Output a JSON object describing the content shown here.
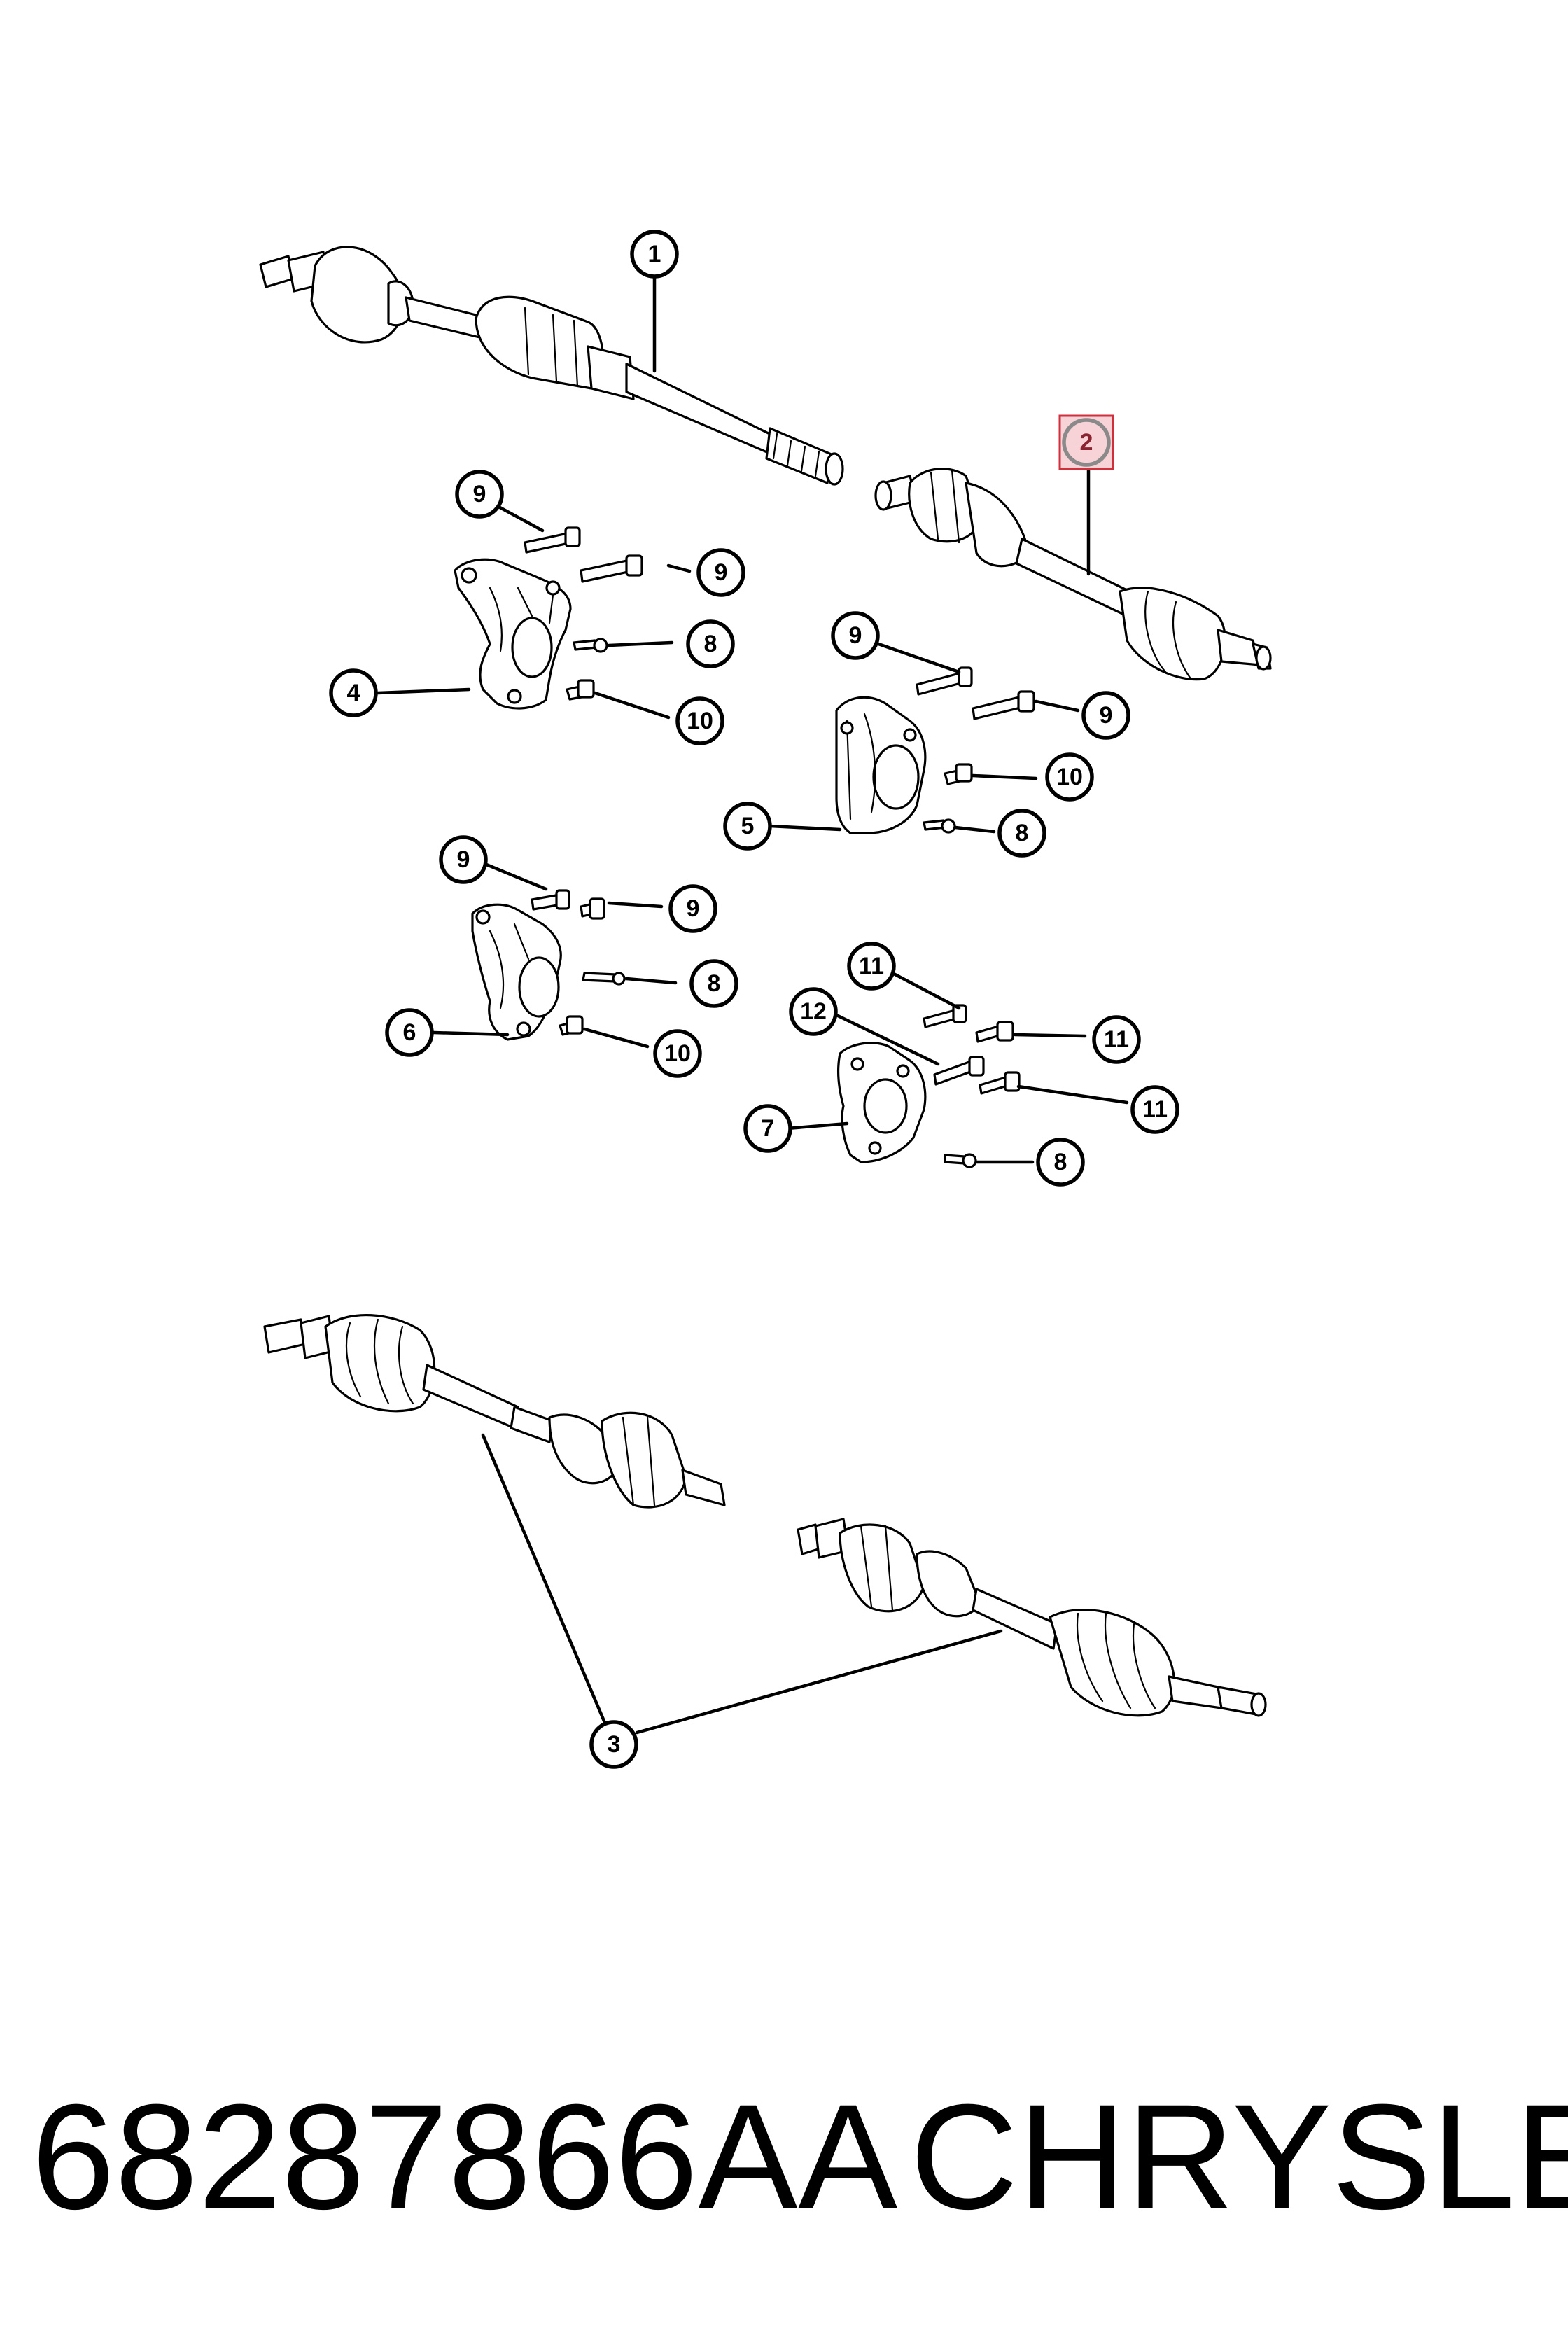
{
  "callouts": [
    {
      "label": "1"
    },
    {
      "label": "2"
    },
    {
      "label": "9"
    },
    {
      "label": "9"
    },
    {
      "label": "8"
    },
    {
      "label": "4"
    },
    {
      "label": "10"
    },
    {
      "label": "9"
    },
    {
      "label": "9"
    },
    {
      "label": "10"
    },
    {
      "label": "5"
    },
    {
      "label": "8"
    },
    {
      "label": "9"
    },
    {
      "label": "9"
    },
    {
      "label": "8"
    },
    {
      "label": "6"
    },
    {
      "label": "10"
    },
    {
      "label": "11"
    },
    {
      "label": "12"
    },
    {
      "label": "11"
    },
    {
      "label": "11"
    },
    {
      "label": "7"
    },
    {
      "label": "8"
    },
    {
      "label": "3"
    }
  ],
  "highlighted_callout": "2",
  "footer": {
    "part_number": "68287866AA",
    "brand": "CHRYSLER"
  }
}
